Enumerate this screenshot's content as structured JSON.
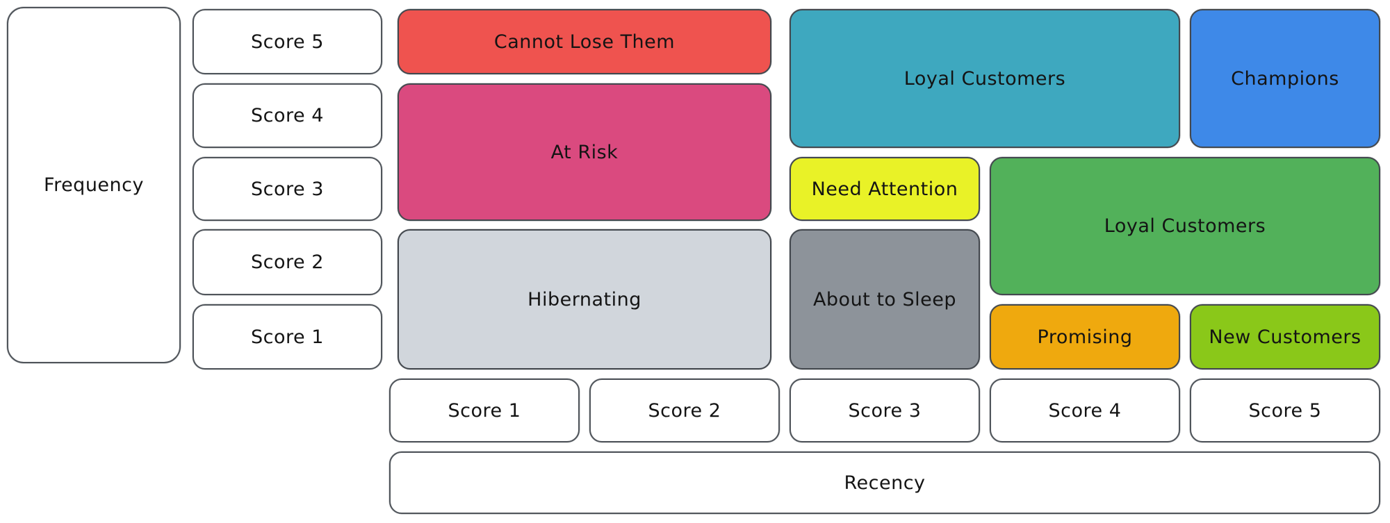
{
  "diagram": {
    "kind": "rfm-segmentation-grid",
    "background": "#ffffff",
    "stroke_color": "#43484e",
    "text_color": "#141414"
  },
  "frequency_axis": {
    "label": "Frequency",
    "score_labels": [
      "Score 5",
      "Score 4",
      "Score 3",
      "Score 2",
      "Score 1"
    ]
  },
  "recency_axis": {
    "label": "Recency",
    "score_labels": [
      "Score 1",
      "Score 2",
      "Score 3",
      "Score 4",
      "Score 5"
    ]
  },
  "segments": [
    {
      "label": "Cannot Lose Them",
      "color": "#ef534f",
      "recency": [
        1,
        2
      ],
      "frequency": [
        5,
        5
      ]
    },
    {
      "label": "At Risk",
      "color": "#da4a7f",
      "recency": [
        1,
        2
      ],
      "frequency": [
        3,
        4
      ]
    },
    {
      "label": "Hibernating",
      "color": "#d1d6dc",
      "recency": [
        1,
        2
      ],
      "frequency": [
        1,
        2
      ]
    },
    {
      "label": "Loyal Customers",
      "color": "#3ea8bf",
      "recency": [
        3,
        4
      ],
      "frequency": [
        4,
        5
      ]
    },
    {
      "label": "Champions",
      "color": "#3e89e8",
      "recency": [
        5,
        5
      ],
      "frequency": [
        4,
        5
      ]
    },
    {
      "label": "Need Attention",
      "color": "#e9f227",
      "recency": [
        3,
        3
      ],
      "frequency": [
        3,
        3
      ]
    },
    {
      "label": "About to Sleep",
      "color": "#8d939a",
      "recency": [
        3,
        3
      ],
      "frequency": [
        1,
        2
      ]
    },
    {
      "label": "Loyal Customers",
      "color": "#52b15a",
      "recency": [
        4,
        5
      ],
      "frequency": [
        2,
        3
      ]
    },
    {
      "label": "Promising",
      "color": "#efa90e",
      "recency": [
        4,
        4
      ],
      "frequency": [
        1,
        1
      ]
    },
    {
      "label": "New Customers",
      "color": "#8ac819",
      "recency": [
        5,
        5
      ],
      "frequency": [
        1,
        1
      ]
    }
  ]
}
